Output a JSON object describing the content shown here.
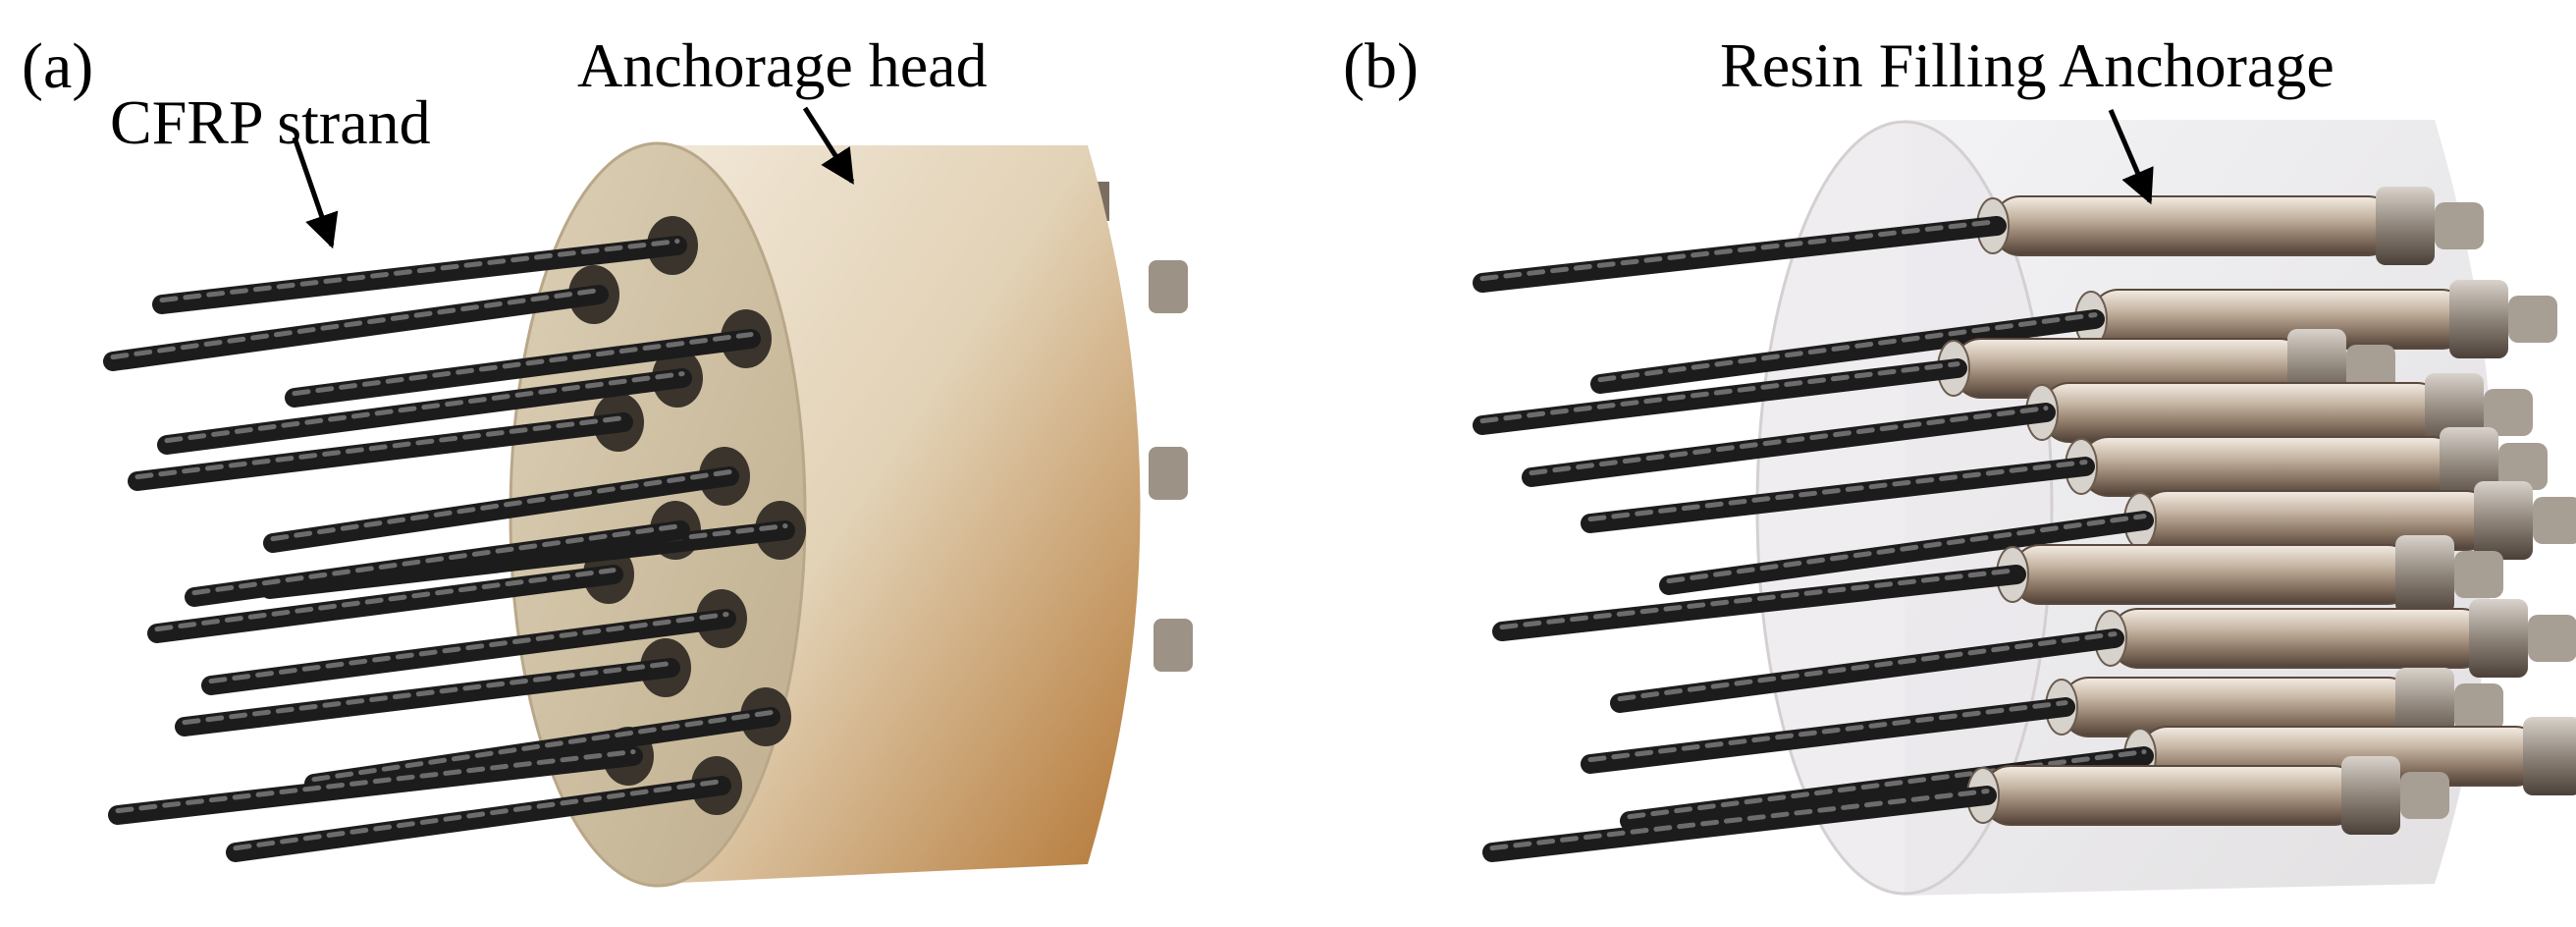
{
  "panels": [
    {
      "label": "(a)",
      "annotations": {
        "strand": "CFRP strand",
        "head": "Anchorage head"
      },
      "colors": {
        "head_light": "#efe3cf",
        "head_mid": "#d8c6a6",
        "head_dark": "#b07a3c",
        "face": "#cdbfa3",
        "hole": "#3a342c"
      }
    },
    {
      "label": "(b)",
      "annotations": {
        "anchorage": "Resin Filling Anchorage"
      },
      "colors": {
        "resin": "#e6e6ea",
        "sleeve_light": "#e8e0d6",
        "sleeve_dark": "#6e5e50"
      }
    }
  ],
  "colors": {
    "strand": "#2a2a2a",
    "strand_highlight": "#6a6a6a",
    "text": "#000000"
  }
}
